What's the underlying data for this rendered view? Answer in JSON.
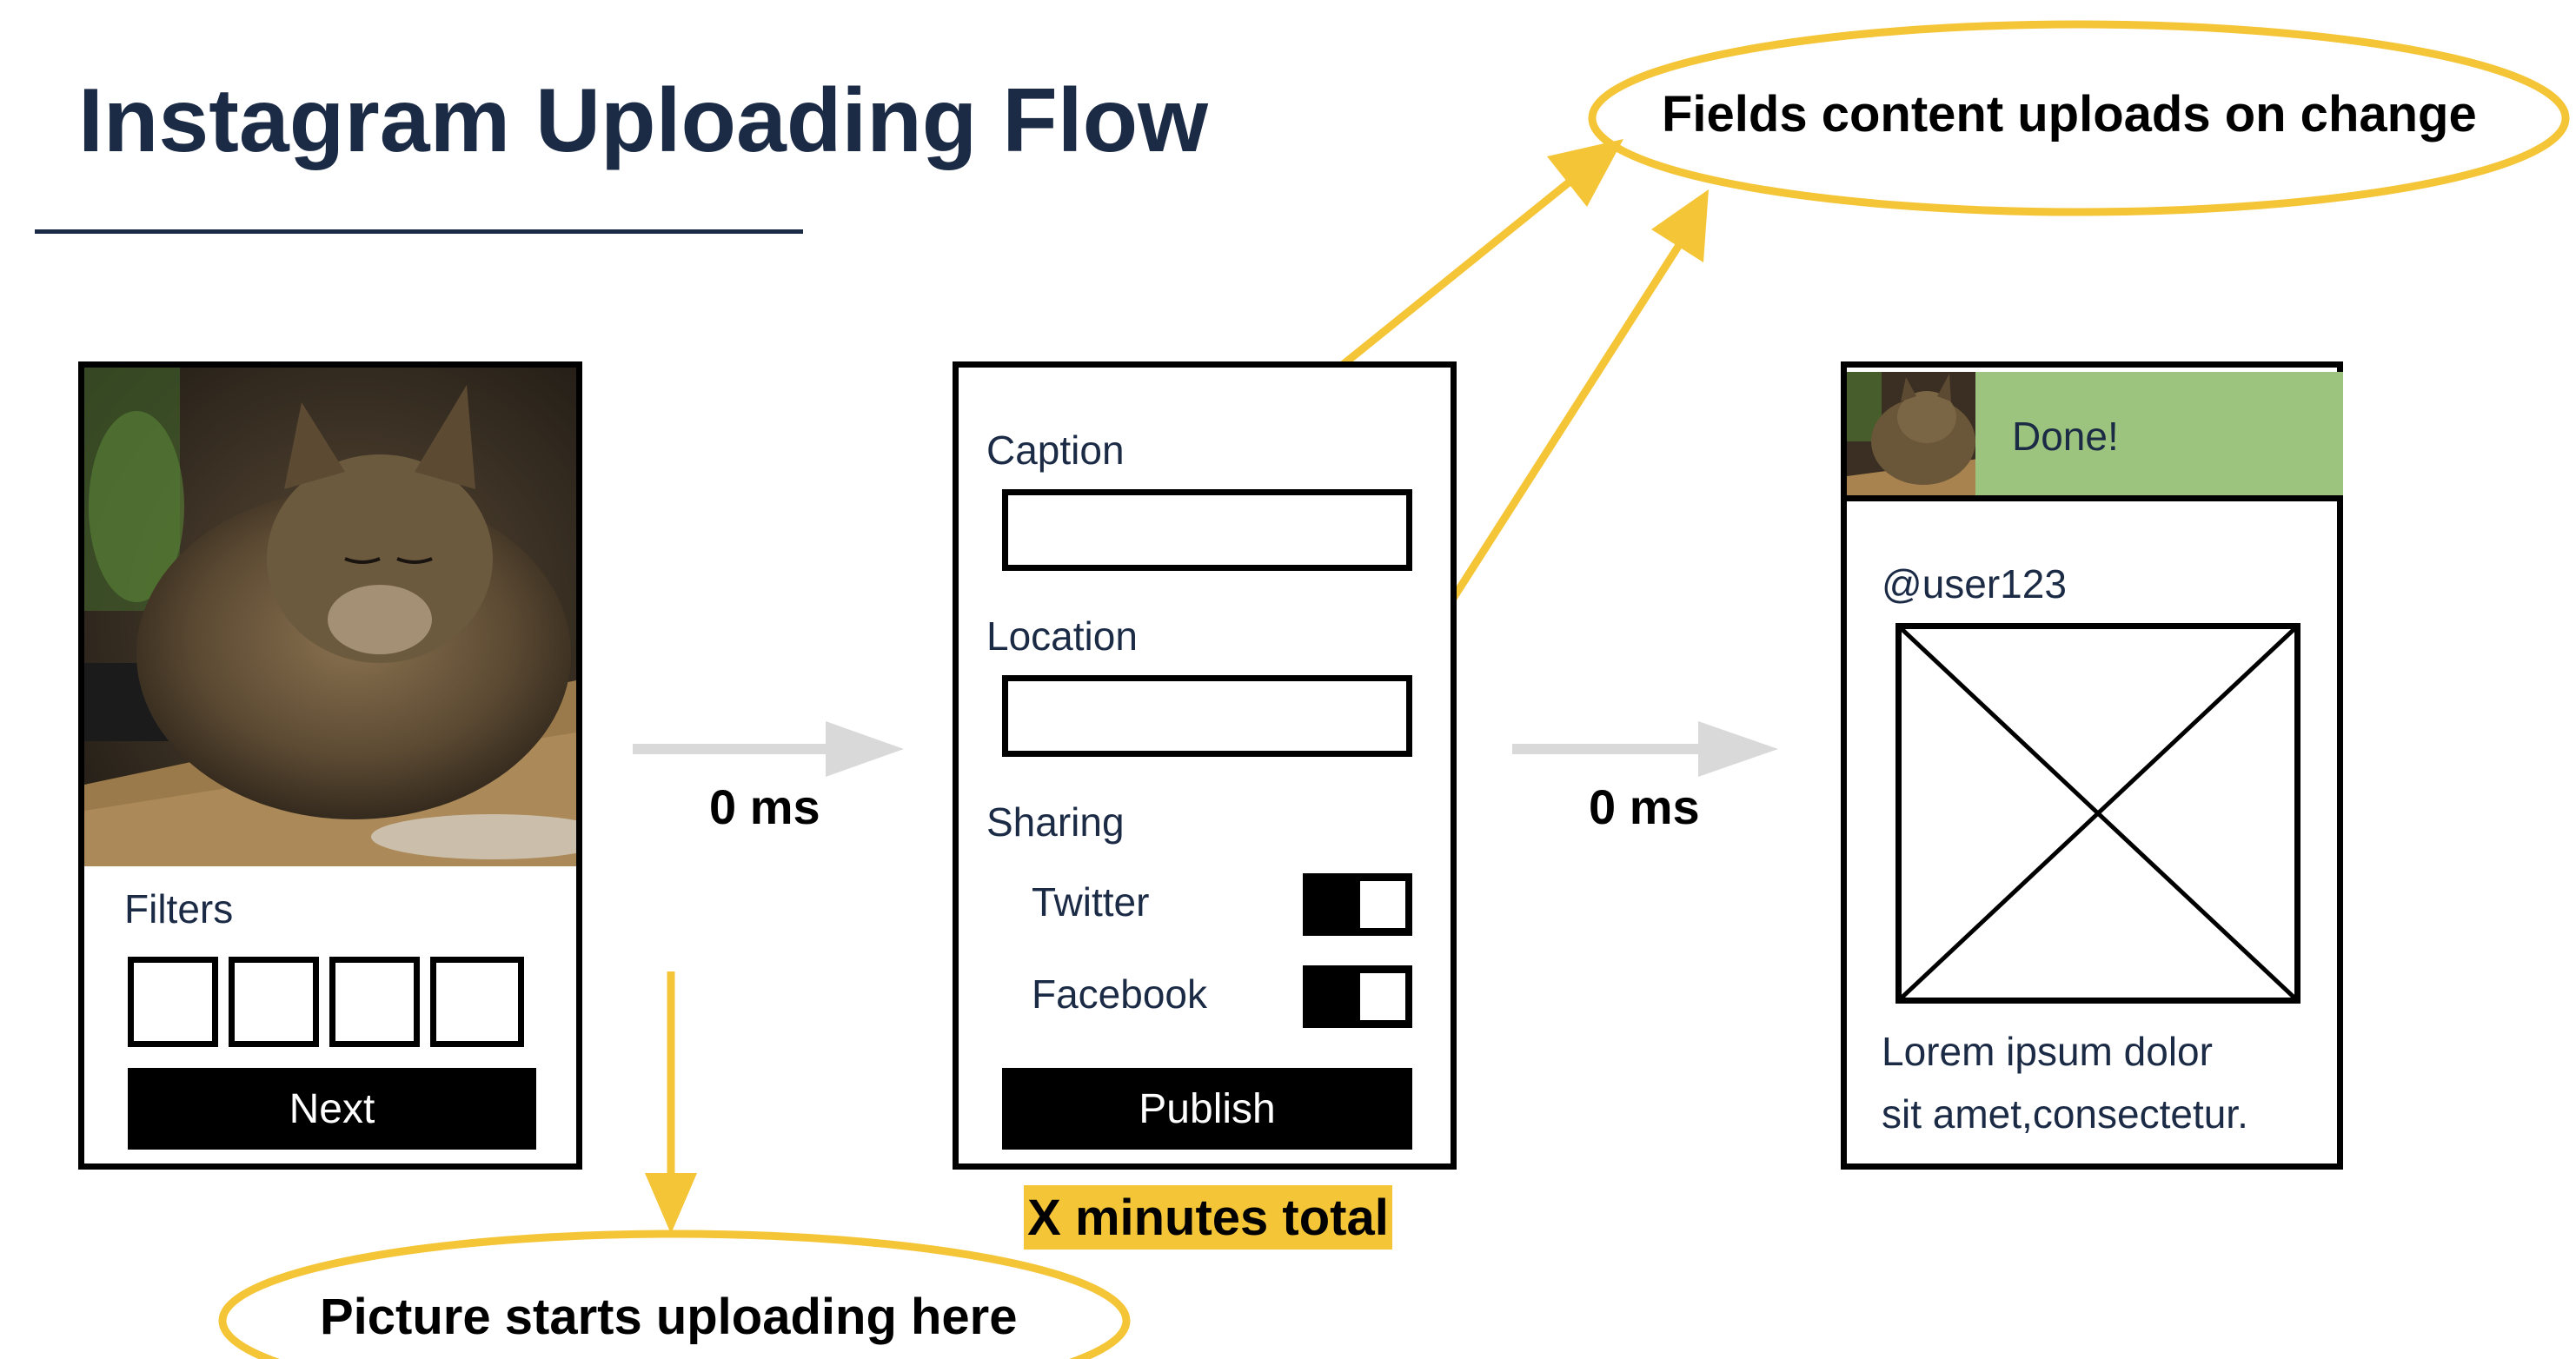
{
  "title": "Instagram Uploading Flow",
  "colors": {
    "title": "#1b2a45",
    "accent_yellow": "#f5c538",
    "arrow_gray": "#d9d9d9",
    "done_green": "#9dc47f"
  },
  "screen1": {
    "filters_label": "Filters",
    "filter_count": 4,
    "next_label": "Next"
  },
  "screen2": {
    "caption_label": "Caption",
    "location_label": "Location",
    "sharing_label": "Sharing",
    "twitter_label": "Twitter",
    "facebook_label": "Facebook",
    "publish_label": "Publish",
    "twitter_on": true,
    "facebook_on": true
  },
  "screen3": {
    "done_label": "Done!",
    "username": "@user123",
    "caption_line1": "Lorem ipsum dolor",
    "caption_line2": "sit amet,consectetur."
  },
  "transitions": {
    "first": "0 ms",
    "second": "0 ms"
  },
  "callouts": {
    "fields": "Fields content uploads on change",
    "picture": "Picture starts uploading here",
    "total": "X minutes total"
  }
}
